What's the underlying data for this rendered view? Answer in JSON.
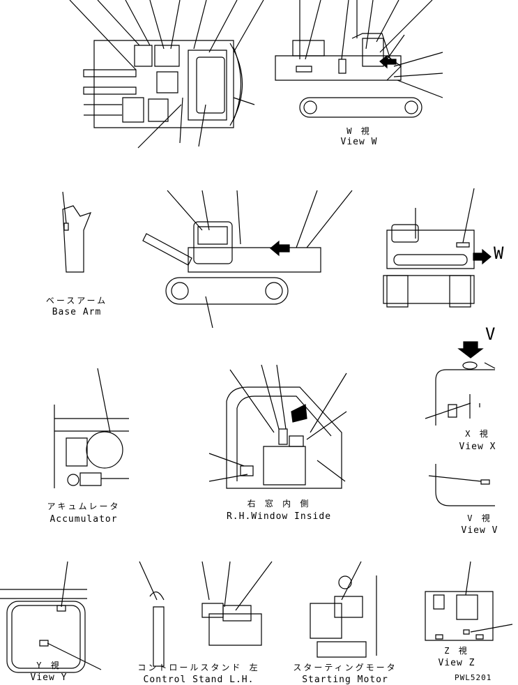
{
  "labels": {
    "view_w_ja": "W 視",
    "view_w_en": "View W",
    "base_arm_ja": "ベースアーム",
    "base_arm_en": "Base Arm",
    "arrow_w": "W",
    "arrow_v": "V",
    "view_x_ja": "X 視",
    "view_x_en": "View X",
    "accumulator_ja": "アキュムレータ",
    "accumulator_en": "Accumulator",
    "rh_window_ja": "右 窓 内 側",
    "rh_window_en": "R.H.Window Inside",
    "view_v_ja": "V 視",
    "view_v_en": "View V",
    "view_y_ja": "Y 視",
    "view_y_en": "View Y",
    "control_stand_ja": "コントロールスタンド 左",
    "control_stand_en": "Control Stand L.H.",
    "starting_motor_ja": "スターティングモータ",
    "starting_motor_en": "Starting Motor",
    "view_z_ja": "Z 視",
    "view_z_en": "View Z",
    "drawing_code": "PWL5201"
  }
}
